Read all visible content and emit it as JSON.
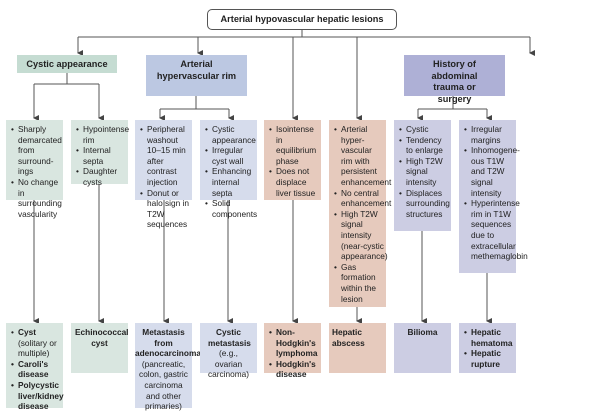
{
  "title": "Arterial hypovascular hepatic lesions",
  "categories": [
    {
      "label": "Cystic appearance"
    },
    {
      "label": "Arterial hypervascular rim"
    },
    {
      "label": "History of abdominal trauma or surgery"
    }
  ],
  "features": [
    {
      "items": [
        "Sharply demarcated from surround-ings",
        "No change in surrounding vascularity"
      ]
    },
    {
      "items": [
        "Hypointense rim",
        "Internal septa",
        "Daughter cysts"
      ]
    },
    {
      "items": [
        "Peripheral washout 10–15 min after contrast injection",
        "Donut or halo sign in T2W sequences"
      ]
    },
    {
      "items": [
        "Cystic appearance",
        "Irregular cyst wall",
        "Enhancing internal septa",
        "Solid components"
      ]
    },
    {
      "items": [
        "Isointense in equilibrium phase",
        "Does not displace liver tissue"
      ]
    },
    {
      "items": [
        "Arterial hyper-vascular rim with persistent enhancement",
        "No central enhancement",
        "High T2W signal intensity (near-cystic appearance)",
        "Gas formation within the lesion"
      ]
    },
    {
      "items": [
        "Cystic",
        "Tendency to enlarge",
        "High T2W signal intensity",
        "Displaces surrounding structures"
      ]
    },
    {
      "items": [
        "Irregular margins",
        "Inhomogene-ous T1W and T2W signal intensity",
        "Hyperintense rim in T1W sequences due to extracellular methemaglobin"
      ]
    }
  ],
  "diagnoses": [
    {
      "items": [
        {
          "bold": "Cyst",
          "normal": " (solitary or multiple)"
        },
        {
          "bold": "Caroli's disease",
          "normal": ""
        },
        {
          "bold": "Polycystic liver/kidney disease",
          "normal": ""
        }
      ]
    },
    {
      "bold": "Echinococcal cyst",
      "normal": ""
    },
    {
      "bold": "Metastasis from adenocarcinoma",
      "normal": "(pancreatic, colon, gastric carcinoma and other primaries)"
    },
    {
      "bold": "Cystic metastasis",
      "normal": "(e.g., ovarian carcinoma)"
    },
    {
      "items": [
        {
          "bold": "Non-Hodgkin's lymphoma",
          "normal": ""
        },
        {
          "bold": "Hodgkin's disease",
          "normal": ""
        }
      ]
    },
    {
      "bold": "Hepatic abscess",
      "normal": ""
    },
    {
      "bold": "Bilioma",
      "normal": ""
    },
    {
      "items": [
        {
          "bold": "Hepatic hematoma",
          "normal": ""
        },
        {
          "bold": "Hepatic rupture",
          "normal": ""
        }
      ]
    }
  ],
  "colors": {
    "cystic": "#d9e6e0",
    "cystic_header": "#c5dcd2",
    "hypervascular": "#d6dcec",
    "hypervascular_header": "#bcc8e2",
    "lymphoma_abscess": "#e6cabd",
    "trauma": "#cccde3",
    "trauma_header": "#aeb0d6",
    "line": "#555555"
  }
}
